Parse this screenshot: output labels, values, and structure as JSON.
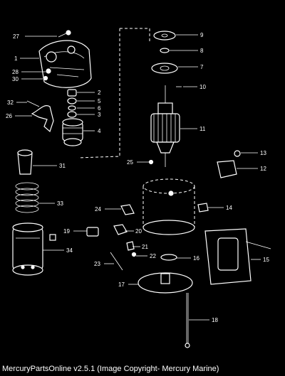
{
  "diagram": {
    "callouts": [
      "1",
      "2",
      "3",
      "4",
      "5",
      "6",
      "7",
      "8",
      "9",
      "10",
      "11",
      "12",
      "13",
      "14",
      "15",
      "16",
      "17",
      "18",
      "19",
      "20",
      "21",
      "22",
      "23",
      "24",
      "25",
      "26",
      "27",
      "28",
      "30",
      "31",
      "32",
      "33",
      "34"
    ]
  },
  "footer": {
    "caption": "MercuryPartsOnline v2.5.1 (Image Copyright- Mercury Marine)"
  }
}
